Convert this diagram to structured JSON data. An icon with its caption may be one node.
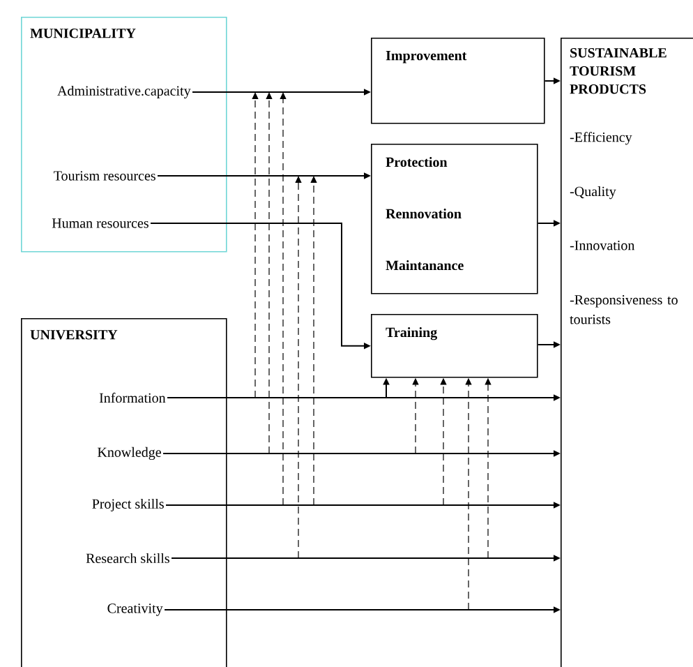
{
  "diagram": {
    "nodes": [
      {
        "text": [
          "MUNICIPALITY"
        ]
      },
      {
        "text": [
          "Administrative.capacity"
        ],
        "in": 0
      },
      {
        "text": [
          "Tourism resources"
        ],
        "in": 0
      },
      {
        "text": [
          "Human resources"
        ],
        "in": 0
      },
      {
        "text": [
          "Improvement"
        ]
      },
      {
        "text": [
          "Protection",
          "Rennovation",
          "Maintanance"
        ]
      },
      {
        "text": [
          "Training"
        ]
      },
      {
        "text": [
          "SUSTAINABLE TOURISM PRODUCTS",
          "-Efficiency",
          "-Quality",
          "-Innovation",
          "-Responsiveness to tourists"
        ]
      },
      {
        "text": [
          "UNIVERSITY"
        ]
      },
      {
        "text": [
          "Information"
        ],
        "in": 8
      },
      {
        "text": [
          "Knowledge"
        ],
        "in": 8
      },
      {
        "text": [
          "Project skills"
        ],
        "in": 8
      },
      {
        "text": [
          "Research skills"
        ],
        "in": 8
      },
      {
        "text": [
          "Creativity"
        ],
        "in": 8
      }
    ],
    "edges": [
      {
        "from": 1,
        "to": 4,
        "arrow": "to"
      },
      {
        "from": 2,
        "to": 5,
        "arrow": "to"
      },
      {
        "from": 3,
        "to": 6,
        "arrow": "to"
      },
      {
        "from": 4,
        "to": 7,
        "arrow": "to"
      },
      {
        "from": 5,
        "to": 7,
        "arrow": "to"
      },
      {
        "from": 6,
        "to": 7,
        "arrow": "to"
      },
      {
        "from": 9,
        "to": 7,
        "arrow": "to"
      },
      {
        "from": 10,
        "to": 7,
        "arrow": "to"
      },
      {
        "from": 11,
        "to": 7,
        "arrow": "to"
      },
      {
        "from": 12,
        "to": 7,
        "arrow": "to"
      },
      {
        "from": 13,
        "to": 7,
        "arrow": "to"
      },
      {
        "from": null,
        "to": 1,
        "arrow": "to",
        "style": "dashed"
      },
      {
        "from": null,
        "to": 1,
        "arrow": "to",
        "style": "dashed"
      },
      {
        "from": null,
        "to": 1,
        "arrow": "to",
        "style": "dashed"
      },
      {
        "from": null,
        "to": 5,
        "arrow": "to",
        "style": "dashed"
      },
      {
        "from": null,
        "to": 5,
        "arrow": "to",
        "style": "dashed"
      },
      {
        "from": null,
        "to": 6,
        "arrow": "to"
      },
      {
        "from": null,
        "to": 6,
        "arrow": "to",
        "style": "dashed"
      },
      {
        "from": null,
        "to": 6,
        "arrow": "to",
        "style": "dashed"
      },
      {
        "from": null,
        "to": 6,
        "arrow": "to",
        "style": "dashed"
      },
      {
        "from": null,
        "to": 6,
        "arrow": "to",
        "style": "dashed"
      }
    ]
  }
}
